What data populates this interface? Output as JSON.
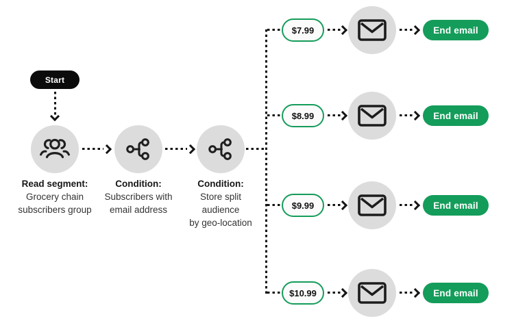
{
  "palette": {
    "green": "#149c5a",
    "ink": "#141414",
    "circlegray": "#dcdcdc",
    "labelgray": "#333333",
    "pricefill": "#fbfbfb"
  },
  "start": {
    "label": "Start"
  },
  "nodes": [
    {
      "icon": "users-group-icon",
      "title": "Read segment:",
      "lines": [
        "Grocery chain",
        "subscribers group"
      ]
    },
    {
      "icon": "branch-split-icon",
      "title": "Condition:",
      "lines": [
        "Subscribers with",
        "email address"
      ]
    },
    {
      "icon": "branch-split-icon",
      "title": "Condition:",
      "lines": [
        "Store split",
        "audience",
        "by geo-location"
      ]
    }
  ],
  "branches": [
    {
      "price": "$7.99",
      "channel_icon": "email-envelope-icon",
      "end_label": "End email"
    },
    {
      "price": "$8.99",
      "channel_icon": "email-envelope-icon",
      "end_label": "End email"
    },
    {
      "price": "$9.99",
      "channel_icon": "email-envelope-icon",
      "end_label": "End email"
    },
    {
      "price": "$10.99",
      "channel_icon": "email-envelope-icon",
      "end_label": "End email"
    }
  ]
}
